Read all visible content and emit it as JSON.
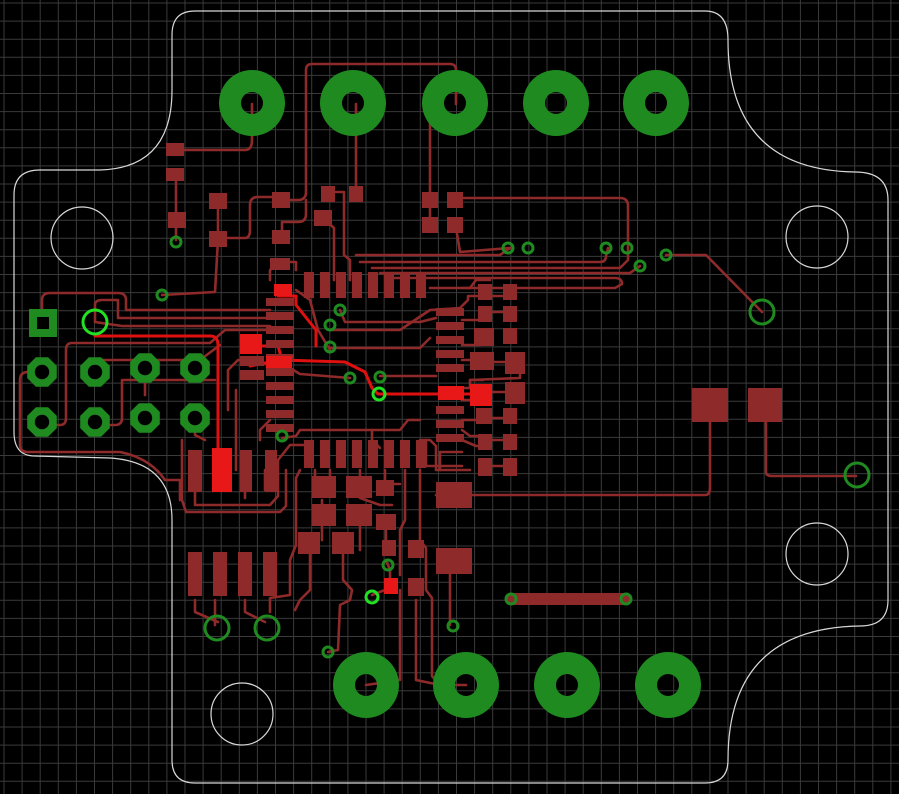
{
  "view": {
    "background": "#000000",
    "grid_color": "#3a3a3a",
    "outline_color": "#d8d8d8",
    "trace_color": "#8f2a2a",
    "highlight_trace_color": "#e01010",
    "pad_color": "#8f2a2a",
    "highlight_pad_color": "#e81818",
    "through_hole_color": "#1f8a1f",
    "highlight_via_color": "#22e022"
  },
  "layers": [
    "grid",
    "board-outline",
    "traces",
    "highlighted-net",
    "smd-pads",
    "through-hole-pads",
    "vias"
  ]
}
